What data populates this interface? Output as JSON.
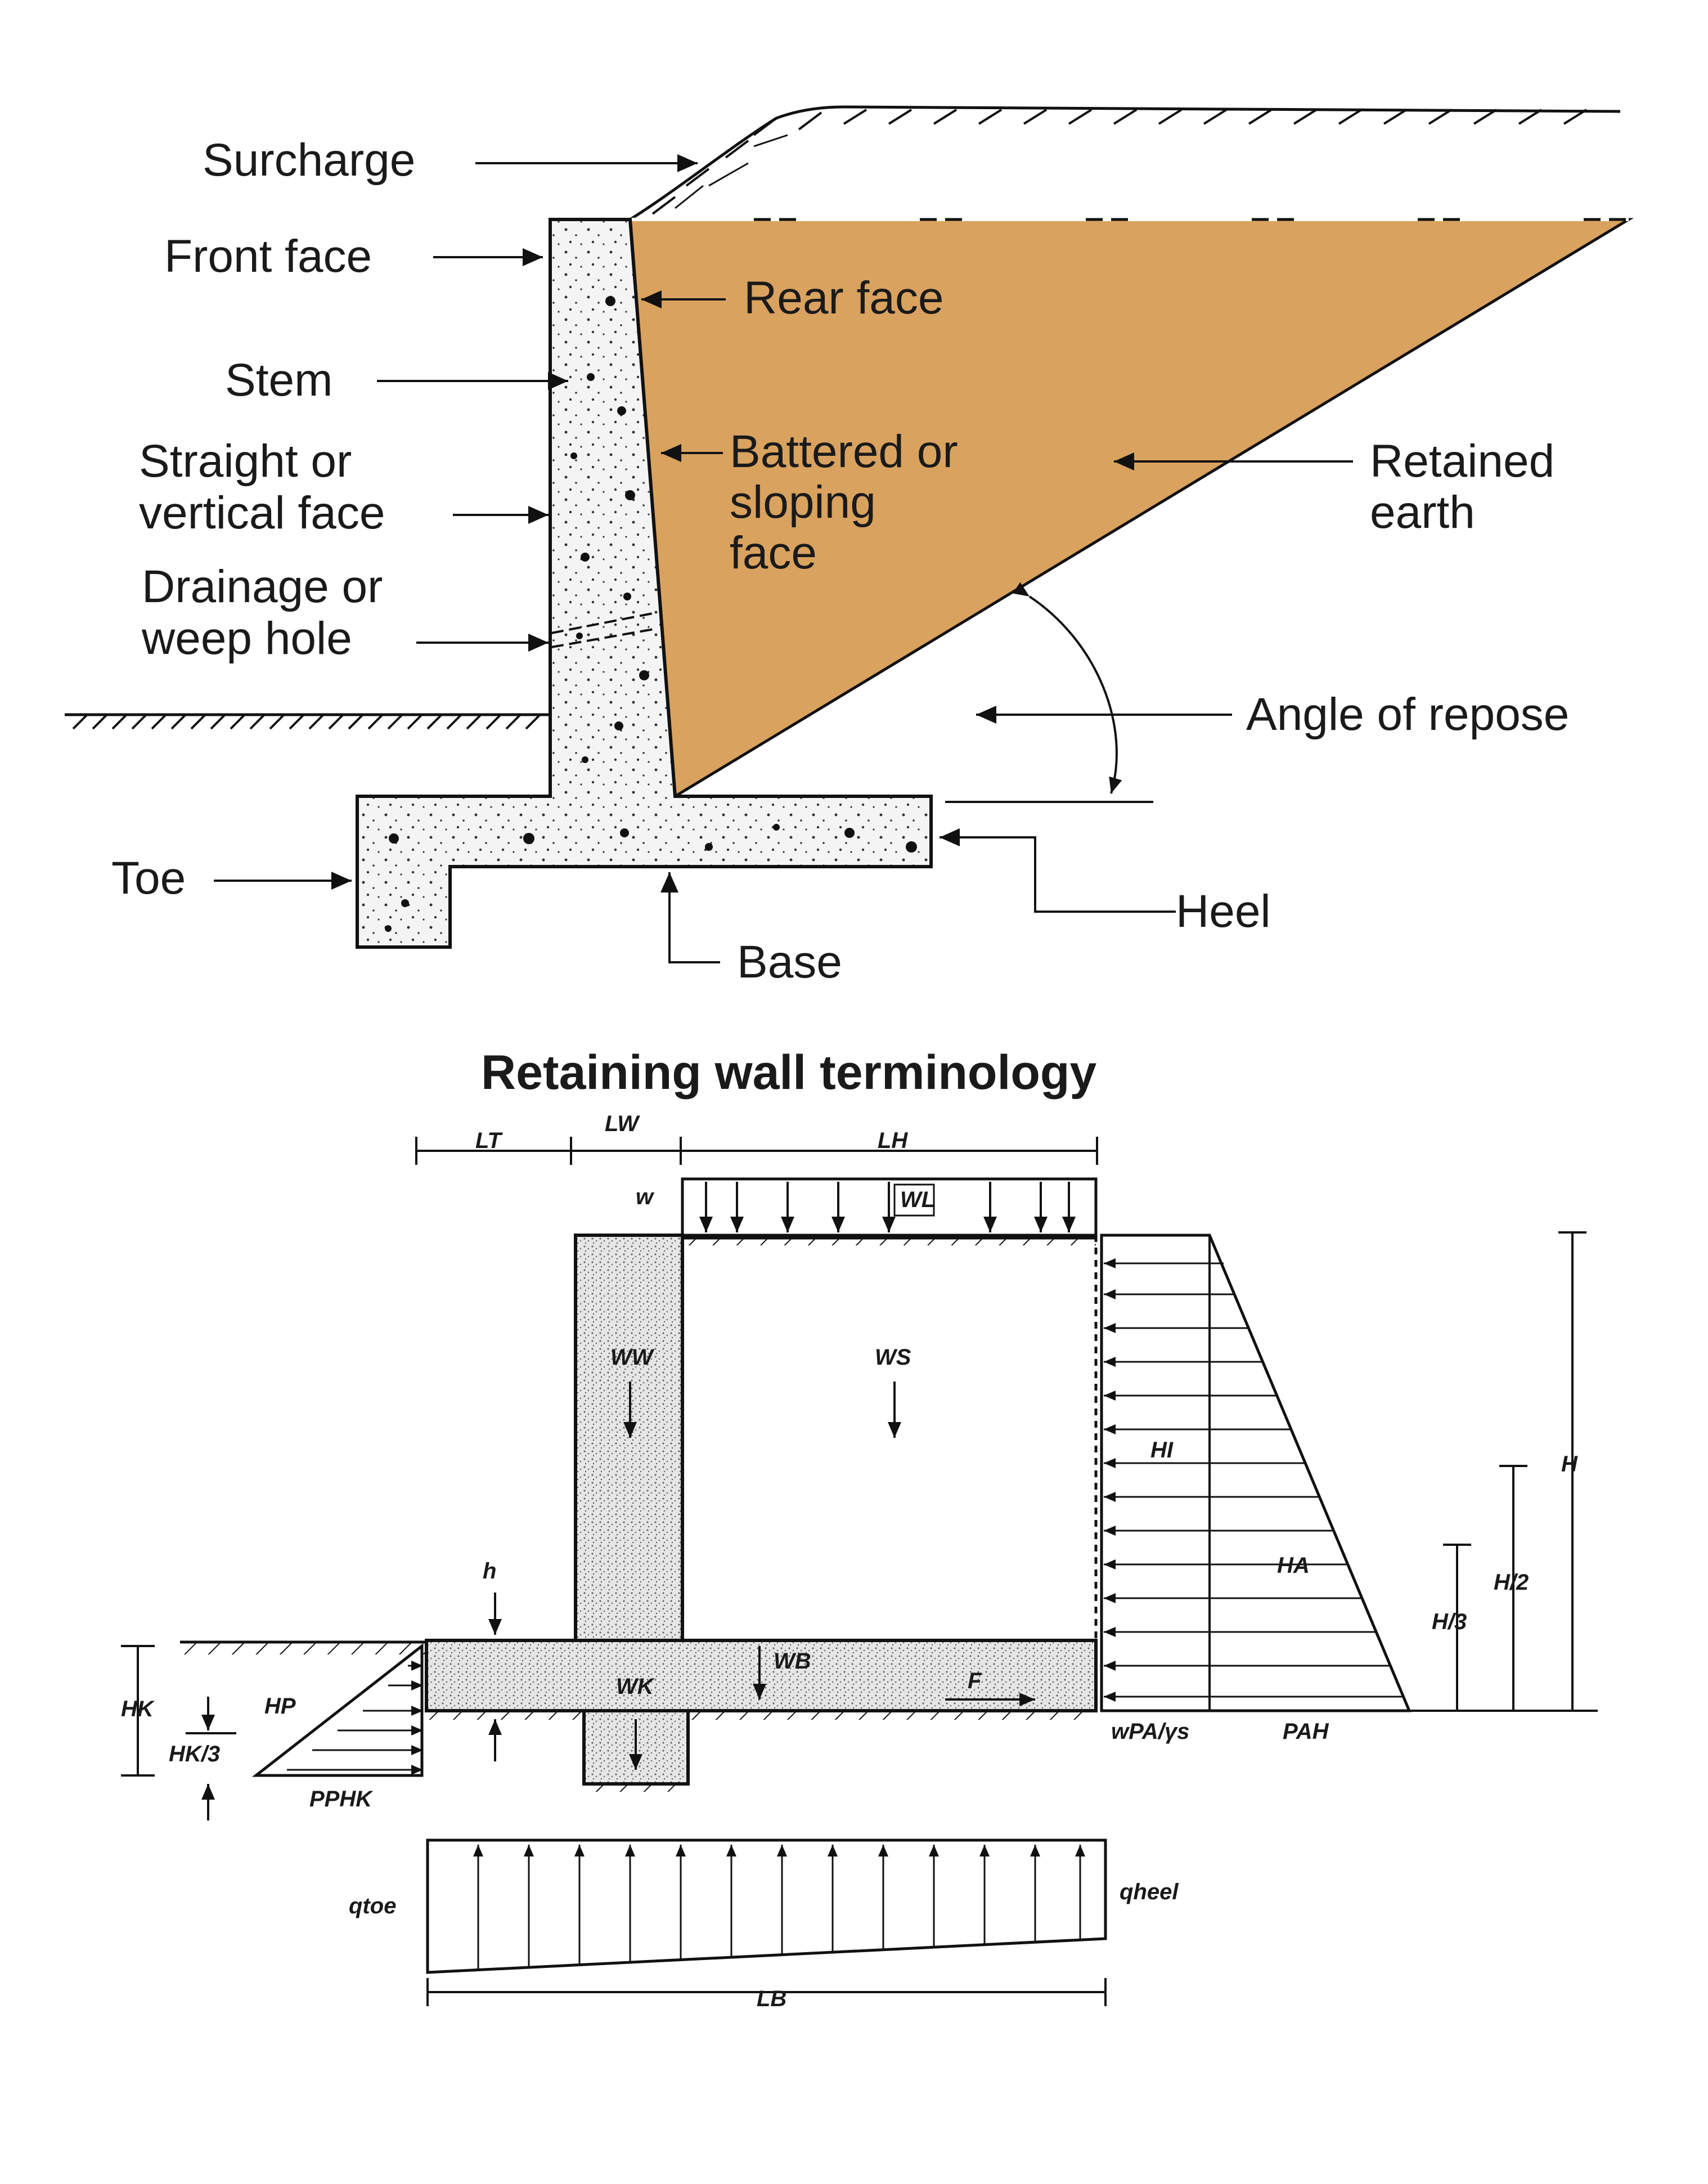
{
  "upper_diagram": {
    "labels": {
      "surcharge": "Surcharge",
      "front_face": "Front face",
      "rear_face": "Rear face",
      "stem": "Stem",
      "straight_1": "Straight or",
      "straight_2": "vertical face",
      "battered_1": "Battered or",
      "battered_2": "sloping",
      "battered_3": "face",
      "retained_1": "Retained",
      "retained_2": "earth",
      "drainage_1": "Drainage or",
      "drainage_2": "weep hole",
      "angle_of_repose": "Angle of repose",
      "toe": "Toe",
      "heel": "Heel",
      "base": "Base"
    },
    "caption": "Retaining wall terminology",
    "colors": {
      "retained_earth": "#D9A25F",
      "concrete": "#F2F2F2"
    }
  },
  "lower_diagram": {
    "labels": {
      "lt": "LT",
      "lw": "LW",
      "lh": "LH",
      "w": "w",
      "wl": "WL",
      "ww": "WW",
      "ws": "WS",
      "wb": "WB",
      "wk": "WK",
      "f": "F",
      "hi": "HI",
      "ha": "HA",
      "h": "h",
      "hk": "HK",
      "hp": "HP",
      "hk3": "HK/3",
      "pphk": "PPHK",
      "wpa": "wPA/γs",
      "pah": "PAH",
      "H": "H",
      "H2": "H/2",
      "H3": "H/3",
      "qtoe": "qtoe",
      "qheel": "qheel",
      "lb": "LB"
    }
  }
}
